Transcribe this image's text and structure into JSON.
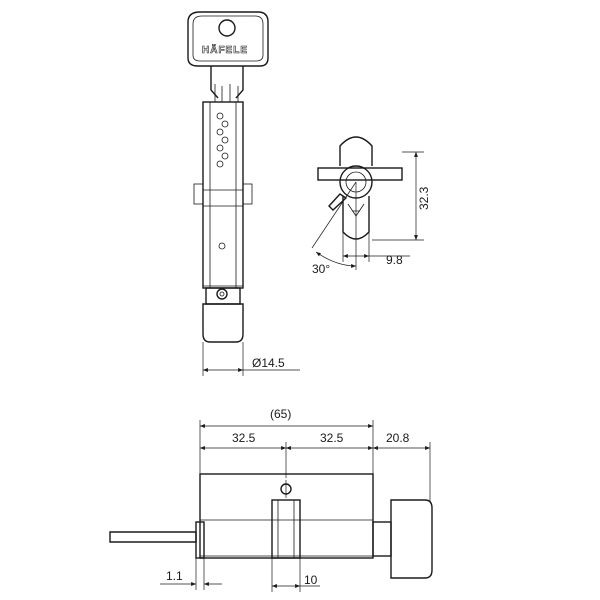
{
  "brand": "HÄFELE",
  "key_view": {
    "diameter_label": "Ø14.5"
  },
  "side_view": {
    "height_label": "32.3",
    "width_label": "9.8",
    "angle_label": "30°"
  },
  "bottom_view": {
    "overall_label": "(65)",
    "left_half_label": "32.5",
    "right_half_label": "32.5",
    "knob_label": "20.8",
    "offset_label": "1.1",
    "cam_label": "10"
  }
}
